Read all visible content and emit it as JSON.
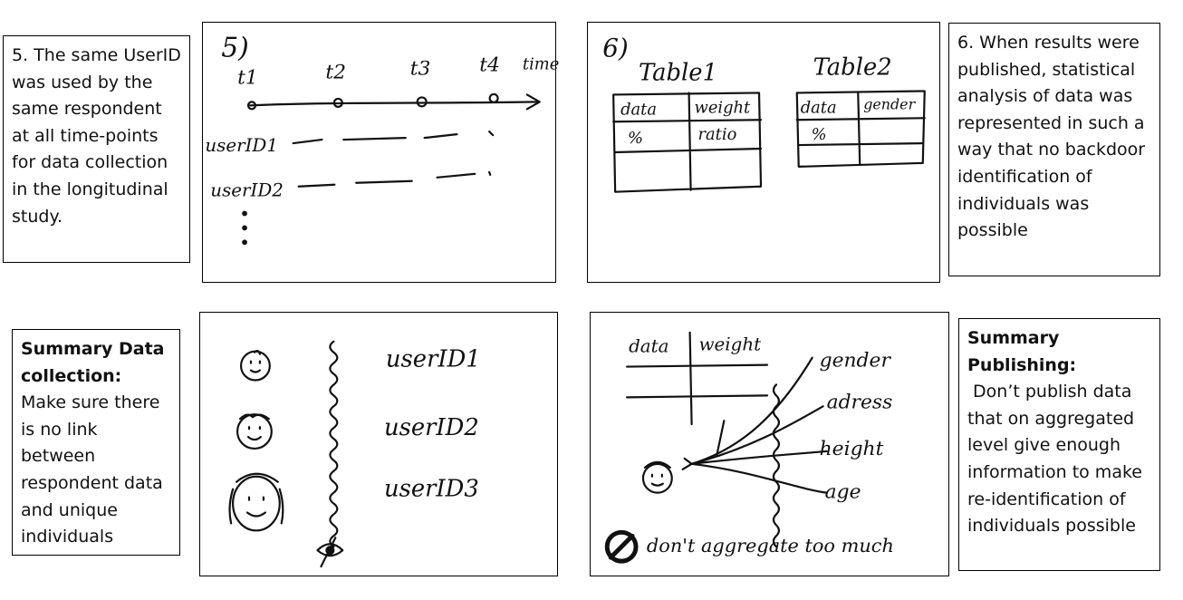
{
  "notes": {
    "step5": "5. The same UserID was used by the same respondent at all time-points for data collection in the longitudinal study.",
    "step6": "6. When results were published, statistical analysis of data was represented in such a way that no backdoor identification of individuals was possible",
    "summary_collection": {
      "title": "Summary Data collection:",
      "body": "Make sure there is no link between respondent data and unique individuals"
    },
    "summary_publishing": {
      "title": "Summary Publishing:",
      "body": " Don’t publish data that on aggregated level give enough information to make re-identification of individuals possible"
    }
  },
  "sketch5": {
    "number": "5)",
    "timepoints": [
      "t1",
      "t2",
      "t3",
      "t4"
    ],
    "axis_label": "time",
    "users": [
      "userID1",
      "userID2"
    ]
  },
  "sketch6": {
    "number": "6)",
    "table1": {
      "title": "Table1",
      "headers": [
        "data",
        "weight"
      ],
      "row": [
        "%",
        "ratio"
      ]
    },
    "table2": {
      "title": "Table2",
      "headers": [
        "data",
        "gender"
      ],
      "row": [
        "%",
        ""
      ]
    }
  },
  "sketch_collection": {
    "users": [
      "userID1",
      "userID2",
      "userID3"
    ]
  },
  "sketch_publishing": {
    "headers": [
      "data",
      "weight"
    ],
    "attributes": [
      "gender",
      "adress",
      "height",
      "age"
    ],
    "warning": "don't aggregate too much"
  }
}
